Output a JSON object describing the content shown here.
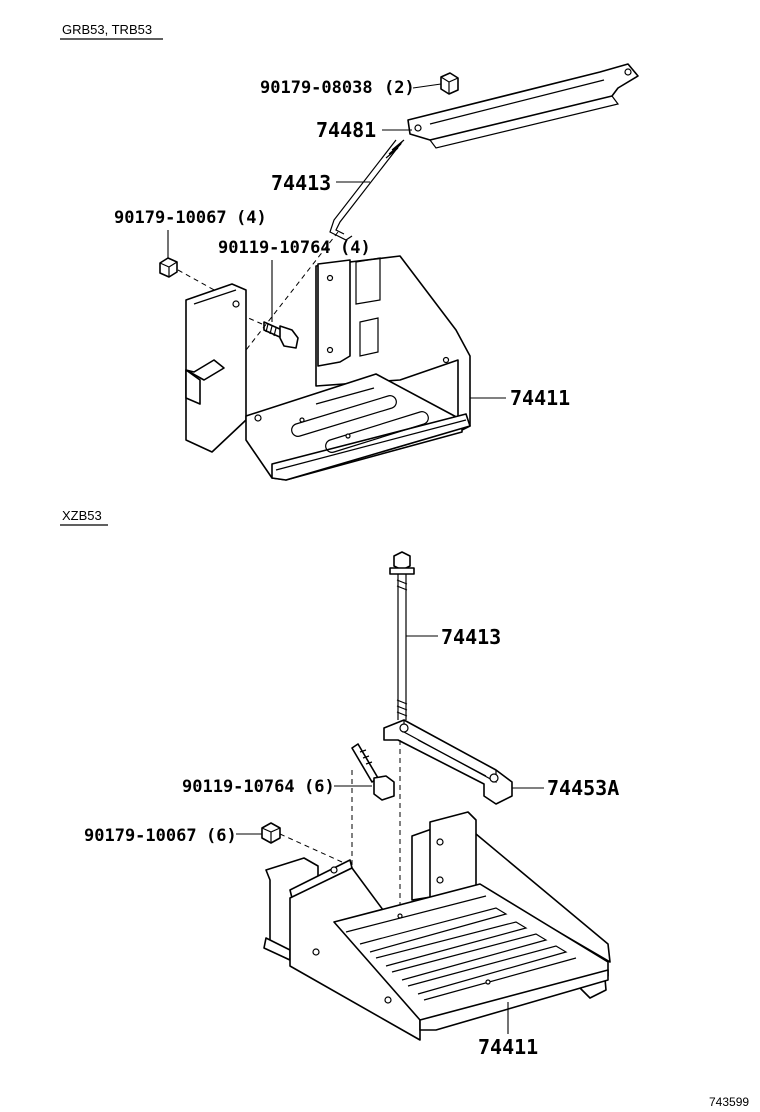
{
  "sections": [
    {
      "id": "upper",
      "heading": "GRB53, TRB53",
      "callouts": [
        {
          "part": "90179-08038",
          "qty": "(2)"
        },
        {
          "part": "74481",
          "qty": ""
        },
        {
          "part": "74413",
          "qty": ""
        },
        {
          "part": "90179-10067",
          "qty": "(4)"
        },
        {
          "part": "90119-10764",
          "qty": "(4)"
        },
        {
          "part": "74411",
          "qty": ""
        }
      ]
    },
    {
      "id": "lower",
      "heading": "XZB53",
      "callouts": [
        {
          "part": "74413",
          "qty": ""
        },
        {
          "part": "74453A",
          "qty": ""
        },
        {
          "part": "90119-10764",
          "qty": "(6)"
        },
        {
          "part": "90179-10067",
          "qty": "(6)"
        },
        {
          "part": "74411",
          "qty": ""
        }
      ]
    }
  ],
  "figure_number": "743599",
  "colors": {
    "line": "#000000",
    "background": "#ffffff"
  }
}
